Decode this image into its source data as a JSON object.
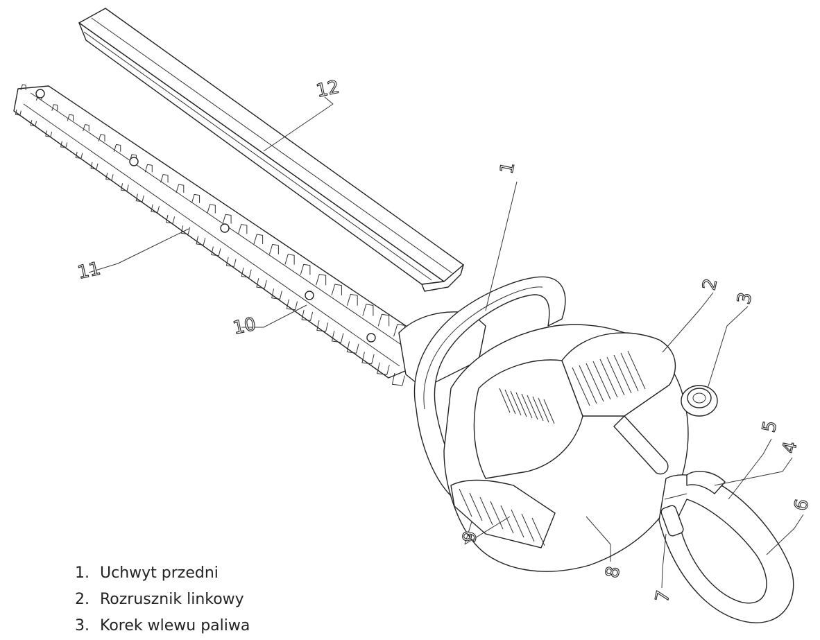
{
  "callouts": [
    "1",
    "2",
    "3",
    "4",
    "5",
    "6",
    "7",
    "8",
    "9",
    "10",
    "11",
    "12"
  ],
  "legend": [
    {
      "num": "1.",
      "label": "Uchwyt przedni"
    },
    {
      "num": "2.",
      "label": "Rozrusznik linkowy"
    },
    {
      "num": "3.",
      "label": "Korek wlewu paliwa"
    }
  ]
}
